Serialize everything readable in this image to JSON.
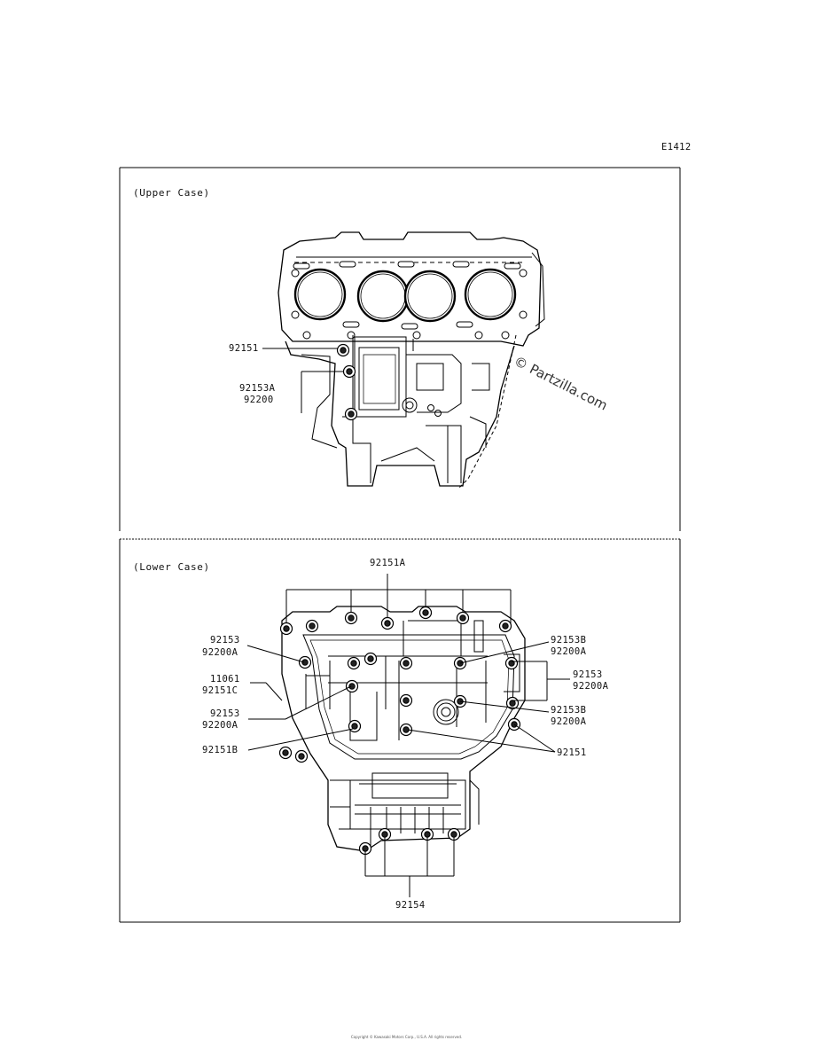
{
  "diagram_id": "E1412",
  "watermark": "© Partzilla.com",
  "upper": {
    "title": "(Upper Case)",
    "labels": {
      "a": "92151",
      "b": "92153A",
      "c": "92200"
    }
  },
  "lower": {
    "title": "(Lower Case)",
    "labels": {
      "top": "92151A",
      "l1a": "92153",
      "l1b": "92200A",
      "l2a": "11061",
      "l2b": "92151C",
      "l3a": "92153",
      "l3b": "92200A",
      "l4": "92151B",
      "r1a": "92153B",
      "r1b": "92200A",
      "r2a": "92153",
      "r2b": "92200A",
      "r3a": "92153B",
      "r3b": "92200A",
      "r4": "92151",
      "bottom": "92154"
    }
  },
  "footer": "Copyright © Kawasaki Motors Corp., U.S.A. All rights reserved."
}
